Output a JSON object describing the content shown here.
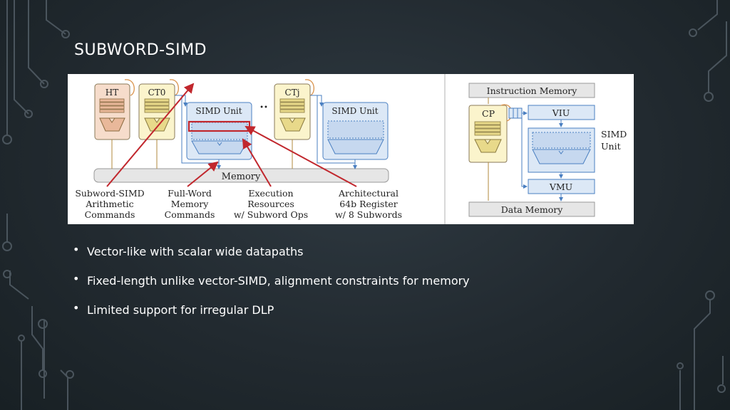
{
  "slide": {
    "title": "SUBWORD-SIMD",
    "bullets": [
      "Vector-like with scalar wide datapaths",
      "Fixed-length unlike vector-SIMD, alignment constraints for memory",
      "Limited support for irregular DLP"
    ]
  },
  "figure": {
    "left": {
      "boxes": {
        "ht": "HT",
        "ct0": "CT0",
        "ctj": "CTj",
        "ellipsis": "••",
        "simd_unit_1": "SIMD Unit",
        "simd_unit_2": "SIMD Unit",
        "memory": "Memory"
      },
      "captions": {
        "subword_arith": [
          "Subword-SIMD",
          "Arithmetic",
          "Commands"
        ],
        "fullword_mem": [
          "Full-Word",
          "Memory",
          "Commands"
        ],
        "exec_res": [
          "Execution",
          "Resources",
          "w/ Subword Ops"
        ],
        "arch_reg": [
          "Architectural",
          "64b Register",
          "w/ 8 Subwords"
        ]
      }
    },
    "right": {
      "instruction_memory": "Instruction Memory",
      "cp": "CP",
      "viu": "VIU",
      "simd_unit_label": [
        "SIMD",
        "Unit"
      ],
      "vmu": "VMU",
      "data_memory": "Data Memory"
    }
  },
  "colors": {
    "ht_fill": "#f6dccb",
    "core_fill": "#fbf4cc",
    "simd_fill": "#dce8f6",
    "gray_fill": "#e6e6e6",
    "annotation_red": "#c1272d",
    "blue_line": "#4a7fc1",
    "gold_line": "#b08a3c"
  }
}
